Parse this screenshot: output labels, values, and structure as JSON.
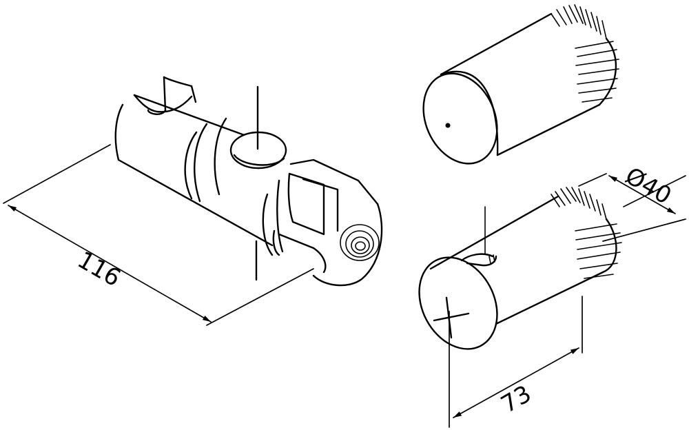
{
  "drawing": {
    "colors": {
      "line": "#000000",
      "background": "#ffffff"
    },
    "dimensions": {
      "overall_length": "116",
      "handle_diameter": "Ø40",
      "handle_length": "73"
    }
  }
}
